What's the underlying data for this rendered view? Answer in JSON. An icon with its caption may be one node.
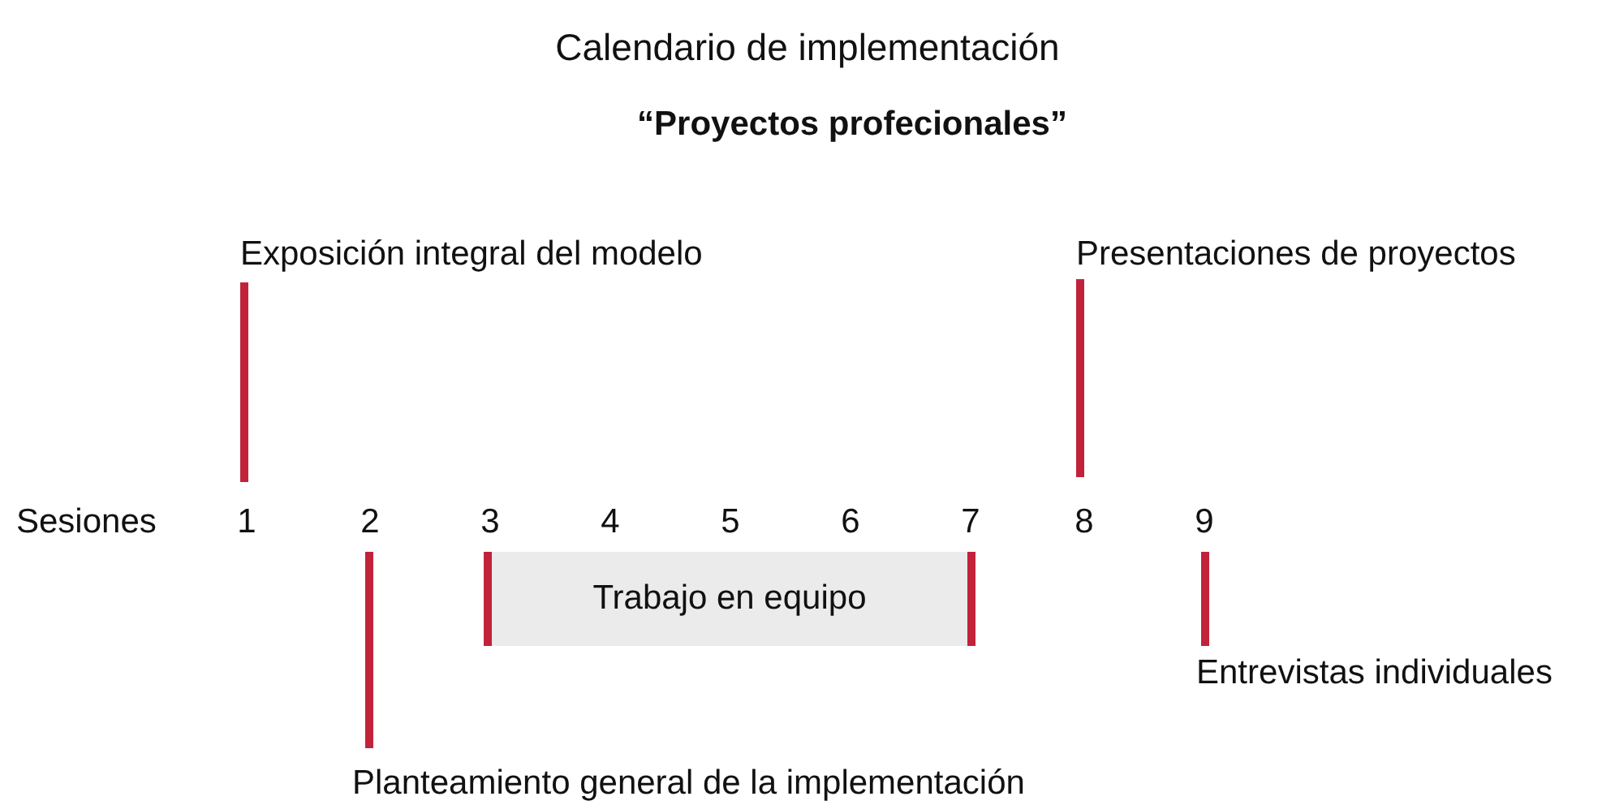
{
  "diagram": {
    "title": "Calendario de implementación",
    "nodes": [
      {
        "text": [
          "Trabajo en equipo"
        ]
      }
    ],
    "labels": [
      "“Proyectos profecionales”",
      "Exposición integral del modelo",
      "Presentaciones de proyectos",
      "Sesiones",
      "1",
      "2",
      "3",
      "4",
      "5",
      "6",
      "7",
      "8",
      "9",
      "Entrevistas individuales",
      "Planteamiento general de la implementación"
    ]
  }
}
